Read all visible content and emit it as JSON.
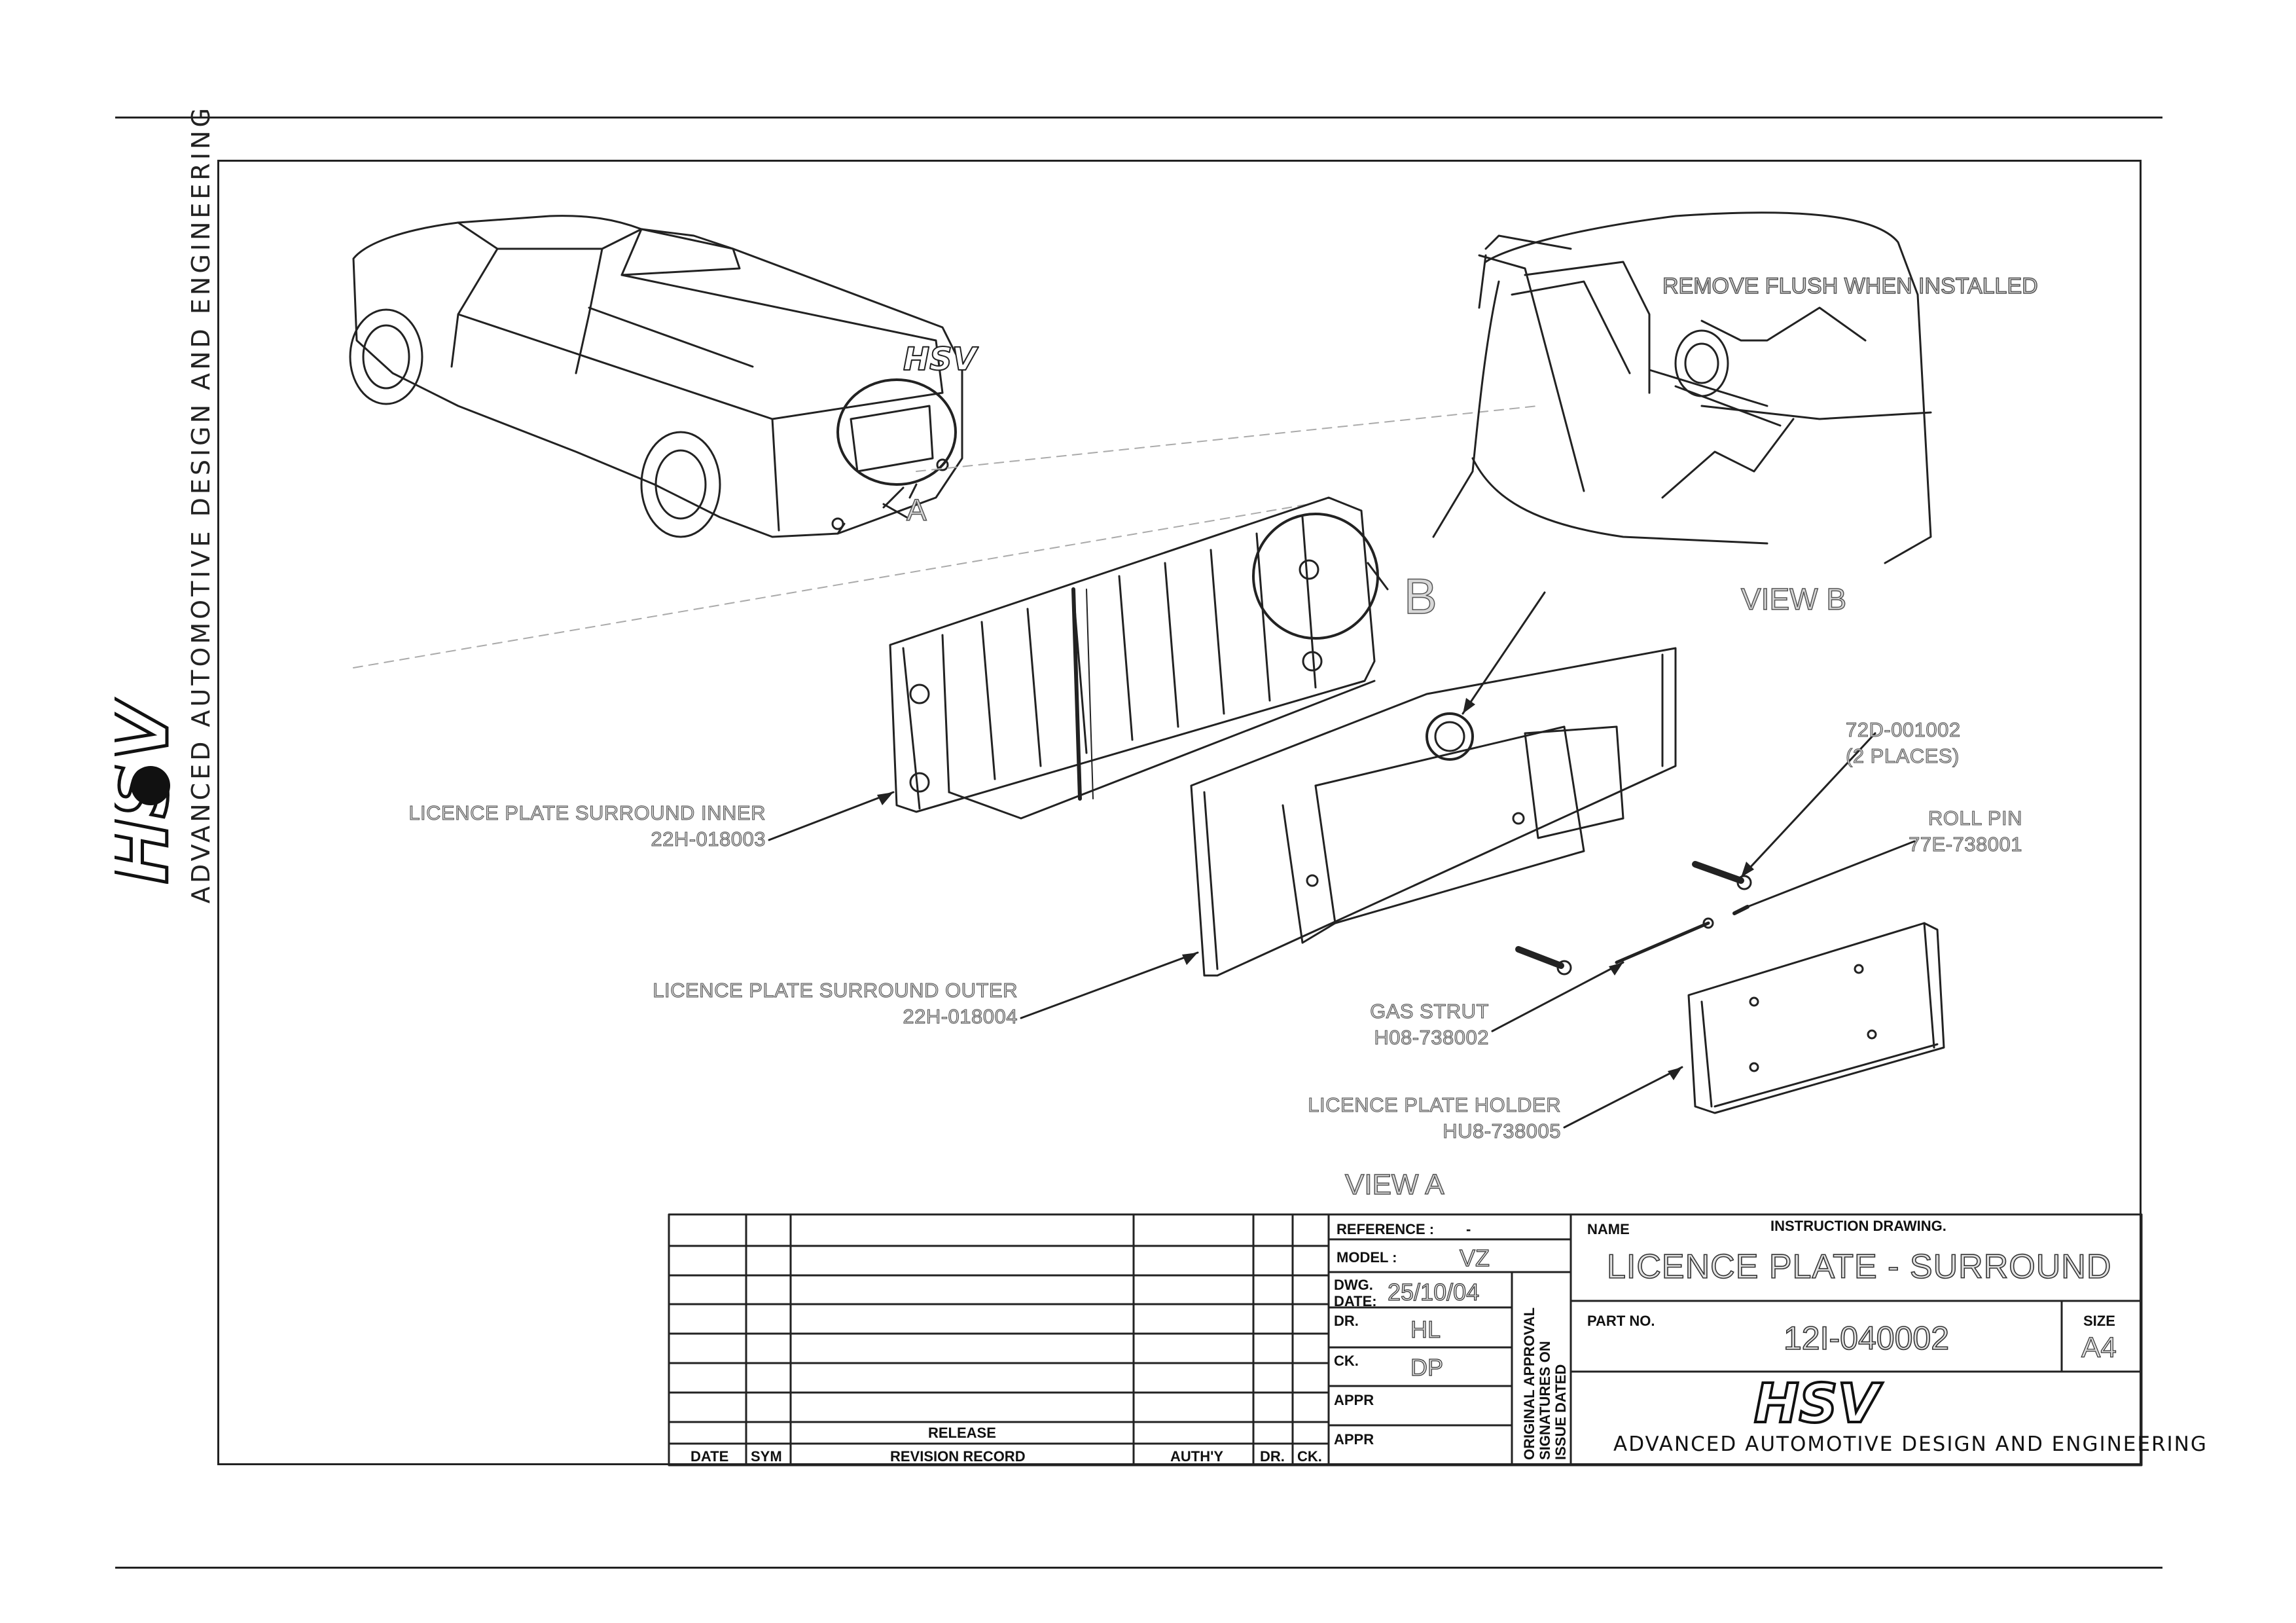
{
  "callouts": {
    "remove_flush": "REMOVE FLUSH WHEN INSTALLED",
    "view_b": "VIEW B",
    "view_a": "VIEW A",
    "marker_a": "A",
    "marker_b": "B",
    "bolt_part": "72D-001002",
    "bolt_qty": "(2 PLACES)",
    "roll_pin_name": "ROLL PIN",
    "roll_pin_part": "77E-738001",
    "inner_name": "LICENCE PLATE SURROUND INNER",
    "inner_part": "22H-018003",
    "outer_name": "LICENCE PLATE SURROUND OUTER",
    "outer_part": "22H-018004",
    "gas_strut_name": "GAS STRUT",
    "gas_strut_part": "H08-738002",
    "holder_name": "LICENCE PLATE HOLDER",
    "holder_part": "HU8-738005"
  },
  "branding": {
    "tagline": "ADVANCED AUTOMOTIVE DESIGN AND ENGINEERING",
    "logo_text": "HSV"
  },
  "title_block": {
    "reference_label": "REFERENCE :",
    "reference_value": "-",
    "model_label": "MODEL :",
    "model_value": "VZ",
    "dwg_date_label_1": "DWG.",
    "dwg_date_label_2": "DATE:",
    "dwg_date_value": "25/10/04",
    "dr_label": "DR.",
    "dr_value": "HL",
    "ck_label": "CK.",
    "ck_value": "DP",
    "appr_label_1": "APPR",
    "appr_label_2": "APPR",
    "approval_note": [
      "ORIGINAL APPROVAL",
      "SIGNATURES ON",
      "ISSUE DATED"
    ],
    "name_label": "NAME",
    "name_heading": "INSTRUCTION DRAWING.",
    "title": "LICENCE PLATE - SURROUND",
    "part_no_label": "PART NO.",
    "part_no_value": "12I-040002",
    "size_label": "SIZE",
    "size_value": "A4",
    "revision_headers": [
      "DATE",
      "SYM",
      "REVISION RECORD",
      "AUTH'Y",
      "DR.",
      "CK."
    ],
    "release_label": "RELEASE"
  }
}
